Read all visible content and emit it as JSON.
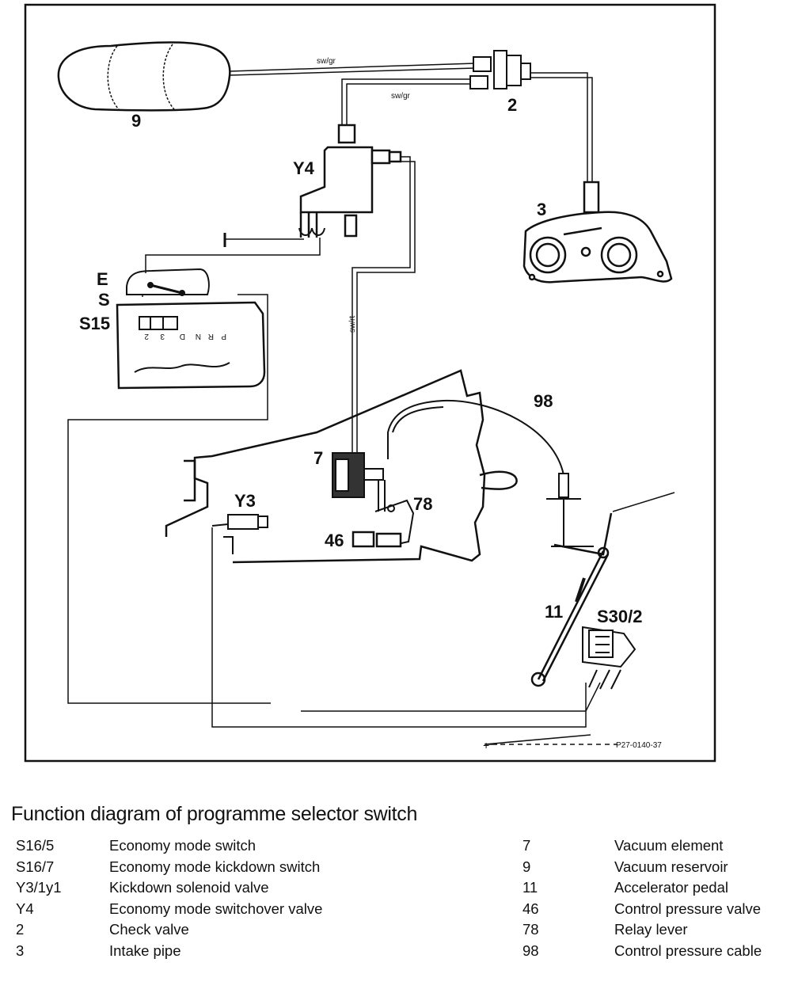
{
  "diagram": {
    "labels": {
      "reservoir": "9",
      "check_valve": "2",
      "intake_pipe": "3",
      "switchover_valve": "Y4",
      "selector_e": "E",
      "selector_s": "S",
      "selector_switch": "S15",
      "control_cable": "98",
      "vacuum_element": "7",
      "relay_lever": "78",
      "kickdown_valve": "Y3",
      "control_valve": "46",
      "pedal": "11",
      "kickdown_switch": "S30/2"
    },
    "wire_labels": {
      "upper": "sw/gr",
      "lower": "sw/gr",
      "vertical": "sw/rt"
    },
    "gate_positions": [
      "P",
      "R",
      "N",
      "D",
      "3",
      "2"
    ],
    "supply_symbol": "+",
    "reference": "P27-0140-37"
  },
  "legend": {
    "title": "Function diagram of programme selector switch",
    "left": [
      {
        "code": "S16/5",
        "desc": "Economy mode switch"
      },
      {
        "code": "S16/7",
        "desc": "Economy mode kickdown switch"
      },
      {
        "code": "Y3/1y1",
        "desc": "Kickdown solenoid valve"
      },
      {
        "code": "Y4",
        "desc": "Economy mode switchover valve"
      },
      {
        "code": "2",
        "desc": "Check valve"
      },
      {
        "code": "3",
        "desc": "Intake pipe"
      }
    ],
    "right": [
      {
        "code": "7",
        "desc": "Vacuum element"
      },
      {
        "code": "9",
        "desc": "Vacuum reservoir"
      },
      {
        "code": "11",
        "desc": "Accelerator pedal"
      },
      {
        "code": "46",
        "desc": "Control pressure valve"
      },
      {
        "code": "78",
        "desc": "Relay lever"
      },
      {
        "code": "98",
        "desc": "Control pressure cable"
      }
    ]
  }
}
